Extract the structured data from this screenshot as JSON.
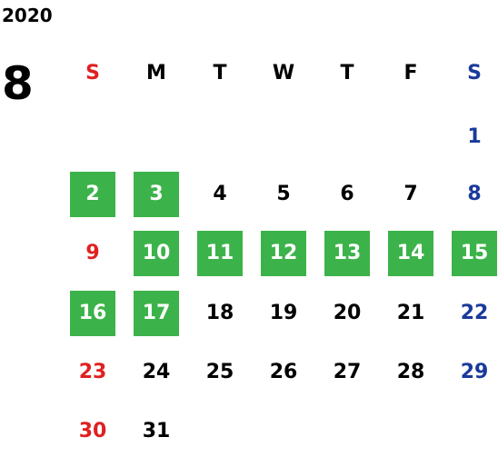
{
  "year": "2020",
  "month": "8",
  "colors": {
    "sunday": "#e02020",
    "saturday": "#1a3a9a",
    "weekday": "#000000",
    "highlight_bg": "#3cb34a",
    "highlight_text": "#ffffff"
  },
  "weekdays": [
    "S",
    "M",
    "T",
    "W",
    "T",
    "F",
    "S"
  ],
  "weeks": [
    [
      null,
      null,
      null,
      null,
      null,
      null,
      {
        "label": "1",
        "highlight": false
      }
    ],
    [
      {
        "label": "2",
        "highlight": true
      },
      {
        "label": "3",
        "highlight": true
      },
      {
        "label": "4",
        "highlight": false
      },
      {
        "label": "5",
        "highlight": false
      },
      {
        "label": "6",
        "highlight": false
      },
      {
        "label": "7",
        "highlight": false
      },
      {
        "label": "8",
        "highlight": false
      }
    ],
    [
      {
        "label": "9",
        "highlight": false
      },
      {
        "label": "10",
        "highlight": true
      },
      {
        "label": "11",
        "highlight": true
      },
      {
        "label": "12",
        "highlight": true
      },
      {
        "label": "13",
        "highlight": true
      },
      {
        "label": "14",
        "highlight": true
      },
      {
        "label": "15",
        "highlight": true
      }
    ],
    [
      {
        "label": "16",
        "highlight": true
      },
      {
        "label": "17",
        "highlight": true
      },
      {
        "label": "18",
        "highlight": false
      },
      {
        "label": "19",
        "highlight": false
      },
      {
        "label": "20",
        "highlight": false
      },
      {
        "label": "21",
        "highlight": false
      },
      {
        "label": "22",
        "highlight": false
      }
    ],
    [
      {
        "label": "23",
        "highlight": false
      },
      {
        "label": "24",
        "highlight": false
      },
      {
        "label": "25",
        "highlight": false
      },
      {
        "label": "26",
        "highlight": false
      },
      {
        "label": "27",
        "highlight": false
      },
      {
        "label": "28",
        "highlight": false
      },
      {
        "label": "29",
        "highlight": false
      }
    ],
    [
      {
        "label": "30",
        "highlight": false
      },
      {
        "label": "31",
        "highlight": false
      },
      null,
      null,
      null,
      null,
      null
    ]
  ]
}
